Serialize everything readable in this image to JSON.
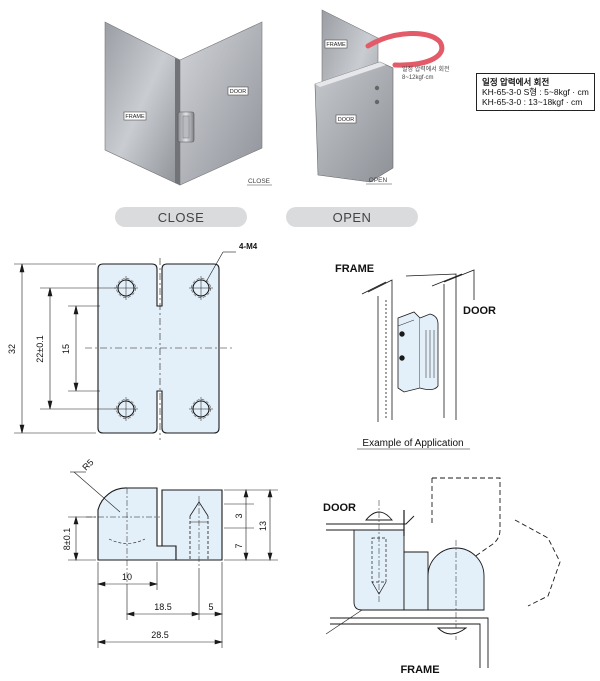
{
  "top_section": {
    "close_frame_label": "FRAME",
    "close_door_label": "DOOR",
    "close_caption": "CLOSE",
    "open_frame_label": "FRAME",
    "open_door_label": "DOOR",
    "open_caption": "OPEN",
    "rotation_note_line1": "일정 압력에서 회전",
    "rotation_note_line2": "8~12kgf·cm",
    "close_button": "CLOSE",
    "open_button": "OPEN"
  },
  "spec_box": {
    "title": "일정 압력에서 회전",
    "line1": "KH-65-3-0 S형 : 5~8kgf · cm",
    "line2": "KH-65-3-0 : 13~18kgf · cm"
  },
  "front_view": {
    "hole_callout": "4-M4",
    "dim_height_total": "32",
    "dim_hole_spacing": "22±0.1",
    "dim_inner": "15"
  },
  "side_view": {
    "radius_label": "R5",
    "dim_height": "8±0.1",
    "dim_3": "3",
    "dim_7": "7",
    "dim_13": "13",
    "dim_10": "10",
    "dim_18_5": "18.5",
    "dim_5": "5",
    "dim_28_5": "28.5"
  },
  "application": {
    "frame_label": "FRAME",
    "door_label": "DOOR",
    "caption": "Example of Application"
  },
  "section_view": {
    "door_label": "DOOR",
    "frame_label": "FRAME"
  },
  "colors": {
    "part_fill": "#e4f0f9",
    "line": "#1a1a1a",
    "rotation_arc": "#e35a68",
    "pill_bg": "#d9dbdd"
  }
}
